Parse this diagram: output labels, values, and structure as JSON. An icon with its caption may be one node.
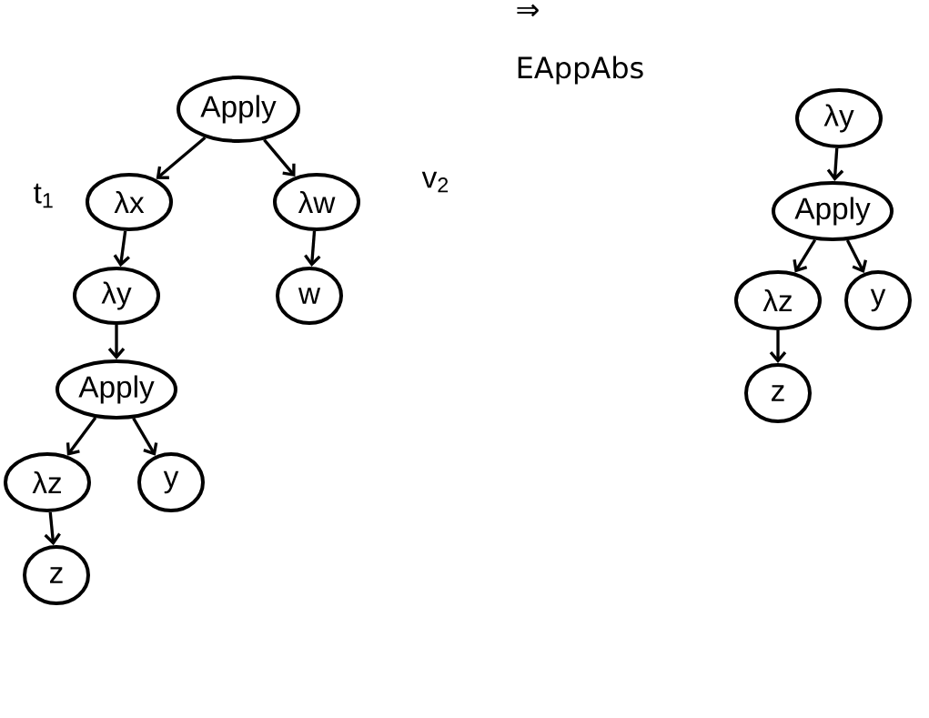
{
  "diagram": {
    "nodes": [
      {
        "text": [
          "Apply"
        ]
      },
      {
        "text": [
          "λx"
        ],
        "beside": [
          "t$_{1}$"
        ]
      },
      {
        "text": [
          "λw"
        ],
        "beside": [
          "v$_{2}$"
        ]
      },
      {
        "text": [
          "λy"
        ]
      },
      {
        "text": [
          "w"
        ]
      },
      {
        "text": [
          "Apply"
        ]
      },
      {
        "text": [
          "λz"
        ]
      },
      {
        "text": [
          "y"
        ]
      },
      {
        "text": [
          "z"
        ]
      },
      {
        "text": [
          "λy"
        ]
      },
      {
        "text": [
          "Apply"
        ]
      },
      {
        "text": [
          "λz"
        ]
      },
      {
        "text": [
          "y"
        ]
      },
      {
        "text": [
          "z"
        ]
      }
    ],
    "edges": [
      {
        "from": 0,
        "to": 1,
        "arrow": "to"
      },
      {
        "from": 0,
        "to": 2,
        "arrow": "to"
      },
      {
        "from": 1,
        "to": 3,
        "arrow": "to"
      },
      {
        "from": 2,
        "to": 4,
        "arrow": "to"
      },
      {
        "from": 3,
        "to": 5,
        "arrow": "to"
      },
      {
        "from": 5,
        "to": 6,
        "arrow": "to"
      },
      {
        "from": 5,
        "to": 7,
        "arrow": "to"
      },
      {
        "from": 6,
        "to": 8,
        "arrow": "to"
      },
      {
        "from": 9,
        "to": 10,
        "arrow": "to"
      },
      {
        "from": 10,
        "to": 11,
        "arrow": "to"
      },
      {
        "from": 10,
        "to": 12,
        "arrow": "to"
      },
      {
        "from": 11,
        "to": 13,
        "arrow": "to"
      }
    ],
    "labels": [
      "⇒",
      "EAppAbs"
    ]
  }
}
